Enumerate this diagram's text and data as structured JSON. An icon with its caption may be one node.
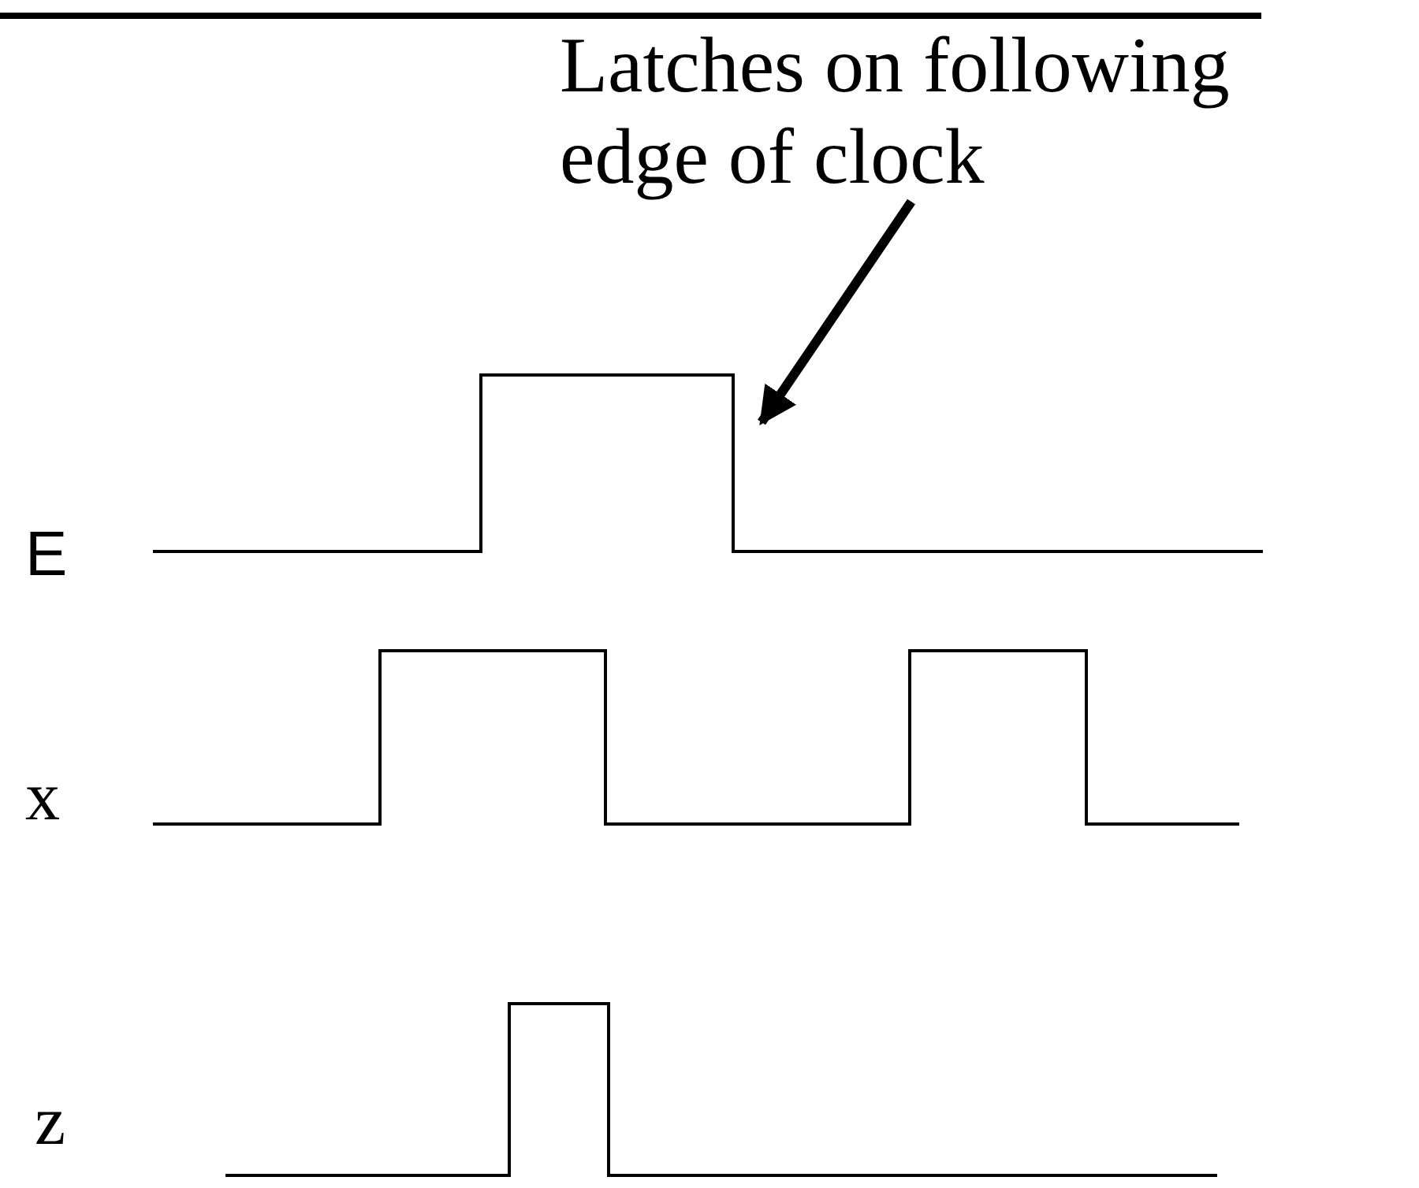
{
  "diagram": {
    "nodes": [
      {
        "text": [
          "Latches on following edge of clock"
        ]
      },
      {
        "text": [],
        "shape": "line"
      }
    ],
    "edges": [
      {
        "from": 0,
        "to": 1,
        "arrow": "to"
      }
    ],
    "labels": [
      "E",
      "x",
      "z"
    ]
  }
}
